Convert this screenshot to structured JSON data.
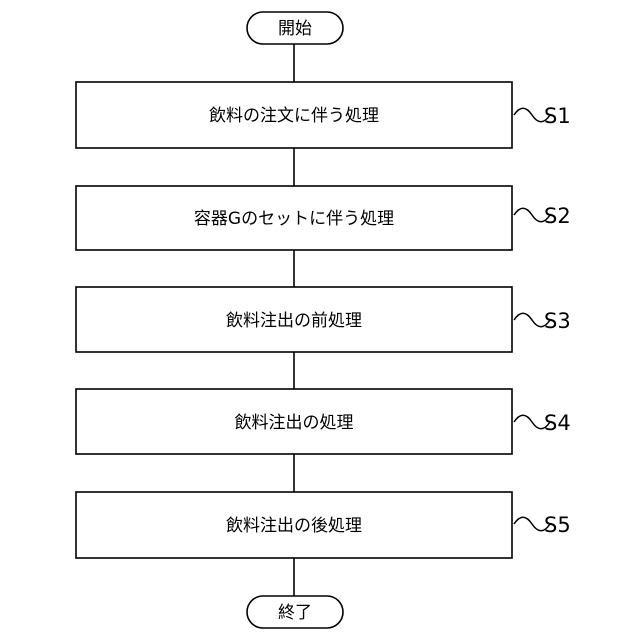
{
  "start_label": "開始",
  "end_label": "終了",
  "steps": [
    {
      "id": "S1",
      "label": "飲料の注文に伴う処理"
    },
    {
      "id": "S2",
      "label": "容器Gのセットに伴う処理"
    },
    {
      "id": "S3",
      "label": "飲料注出の前処理"
    },
    {
      "id": "S4",
      "label": "飲料注出の処理"
    },
    {
      "id": "S5",
      "label": "飲料注出の後処理"
    }
  ]
}
